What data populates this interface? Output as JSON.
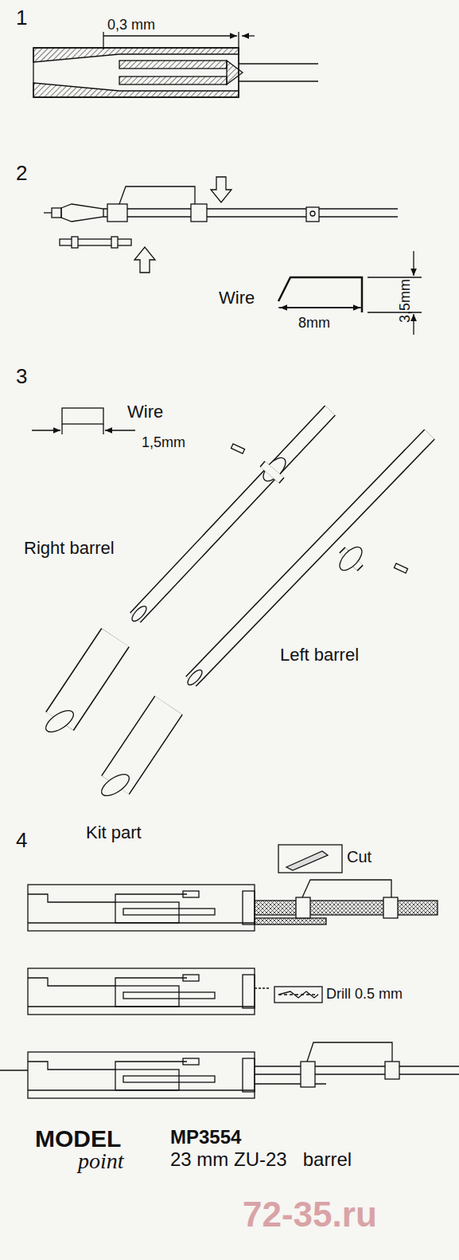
{
  "diagram": {
    "labels": [
      "1",
      "0,3 mm",
      "2",
      "Wire",
      "3,5mm",
      "8mm",
      "3",
      "Wire",
      "1,5mm",
      "Right barrel",
      "Left barrel",
      "4",
      "Kit part",
      "Cut",
      "Drill 0.5 mm",
      "MODEL",
      "point",
      "MP3554",
      "23 mm ZU-23   barrel",
      "72-35.ru"
    ]
  }
}
